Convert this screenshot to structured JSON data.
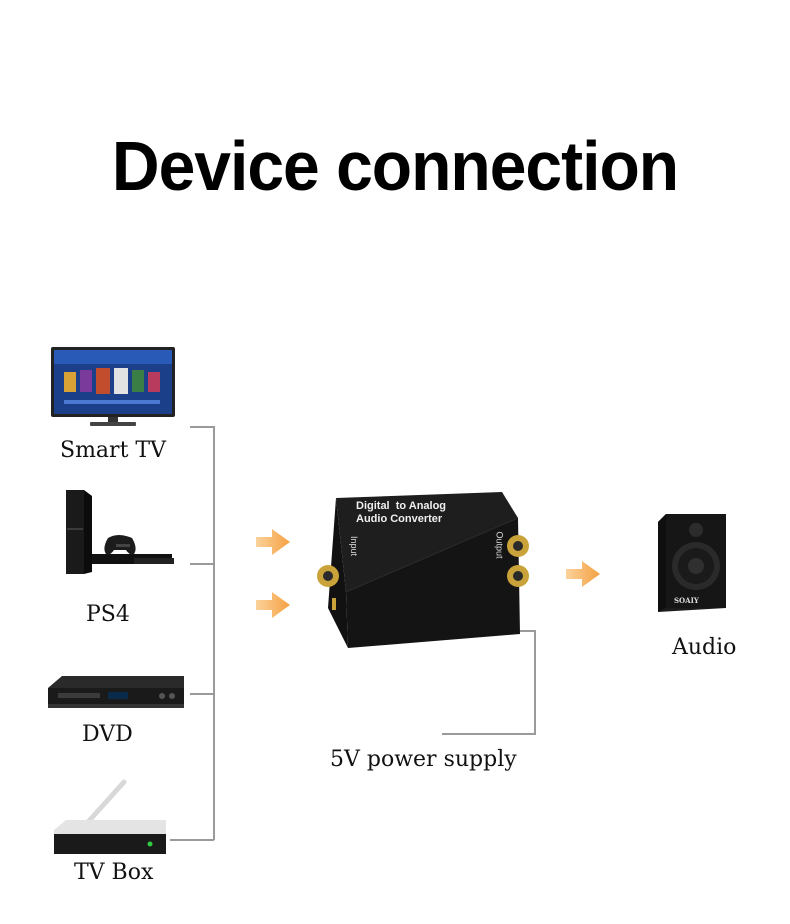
{
  "title": "Device connection",
  "devices": [
    {
      "label": "Smart TV",
      "icon": "smart-tv-icon"
    },
    {
      "label": "PS4",
      "icon": "ps4-console-icon"
    },
    {
      "label": "DVD",
      "icon": "dvd-player-icon"
    },
    {
      "label": "TV Box",
      "icon": "tv-box-icon"
    }
  ],
  "converter": {
    "line1": "Digital  to Analog",
    "line2": "Audio Converter",
    "input_label": "Input",
    "output_label": "Output"
  },
  "output_device": {
    "label": "Audio",
    "icon": "speaker-icon",
    "brand": "SOAIY"
  },
  "power": {
    "label": "5V power supply"
  },
  "colors": {
    "arrow": "#f5a142",
    "line": "#9a9a9a",
    "converter_body": "#141414",
    "rca_gold": "#c9a23a"
  }
}
